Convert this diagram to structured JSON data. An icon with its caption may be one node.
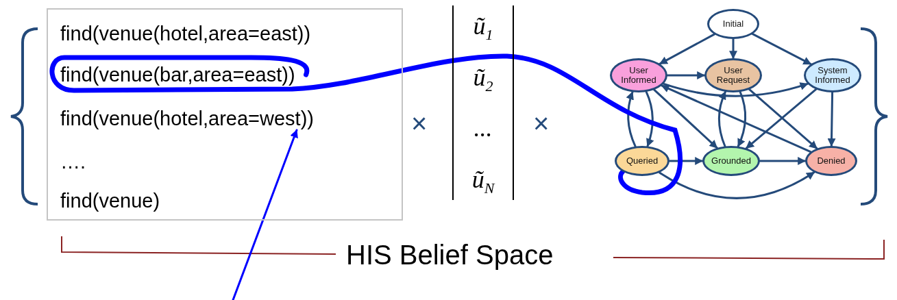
{
  "diagram": {
    "nodes": [
      {
        "text": [],
        "shape": "box"
      },
      {
        "text": [
          "find(venue(hotel,area=east))"
        ],
        "in": 0
      },
      {
        "text": [
          "find(venue(bar,area=east))"
        ],
        "in": 0
      },
      {
        "text": [
          "find(venue(hotel,area=west))"
        ],
        "in": 0
      },
      {
        "text": [
          "…."
        ],
        "in": 0
      },
      {
        "text": [
          "find(venue)"
        ],
        "in": 0
      },
      {
        "text": [
          "ũ$_{1}$",
          "ũ$_{2}$",
          "...",
          "ũ$_{N}$"
        ]
      },
      {
        "text": [
          "Initial"
        ]
      },
      {
        "text": [
          "User Informed"
        ]
      },
      {
        "text": [
          "User Request"
        ]
      },
      {
        "text": [
          "System Informed"
        ]
      },
      {
        "text": [
          "Queried"
        ]
      },
      {
        "text": [
          "Grounded"
        ]
      },
      {
        "text": [
          "Denied"
        ]
      }
    ],
    "edges": [
      {
        "from": 7,
        "to": 8,
        "arrow": "to"
      },
      {
        "from": 7,
        "to": 9,
        "arrow": "to"
      },
      {
        "from": 7,
        "to": 10,
        "arrow": "to"
      },
      {
        "from": 8,
        "to": 9,
        "arrow": "to"
      },
      {
        "from": 8,
        "to": 10,
        "arrow": "to"
      },
      {
        "from": 8,
        "to": 11,
        "arrow": "to"
      },
      {
        "from": 11,
        "to": 8,
        "arrow": "to"
      },
      {
        "from": 8,
        "to": 12,
        "arrow": "to"
      },
      {
        "from": 9,
        "to": 12,
        "arrow": "to"
      },
      {
        "from": 12,
        "to": 9,
        "arrow": "to"
      },
      {
        "from": 9,
        "to": 13,
        "arrow": "to"
      },
      {
        "from": 10,
        "to": 12,
        "arrow": "to"
      },
      {
        "from": 10,
        "to": 13,
        "arrow": "to"
      },
      {
        "from": 11,
        "to": 12,
        "arrow": "to"
      },
      {
        "from": 12,
        "to": 13,
        "arrow": "to"
      },
      {
        "from": 13,
        "to": 8,
        "arrow": "to"
      },
      {
        "from": 11,
        "to": 13,
        "arrow": "to"
      },
      {
        "from": 2,
        "to": 11,
        "arrow": "none",
        "style": "thick",
        "color": "#0000ff"
      },
      {
        "from": null,
        "to": 3,
        "arrow": "to",
        "color": "#0000ff"
      }
    ],
    "labels": [
      "×",
      "×",
      "HIS Belief Space"
    ]
  }
}
